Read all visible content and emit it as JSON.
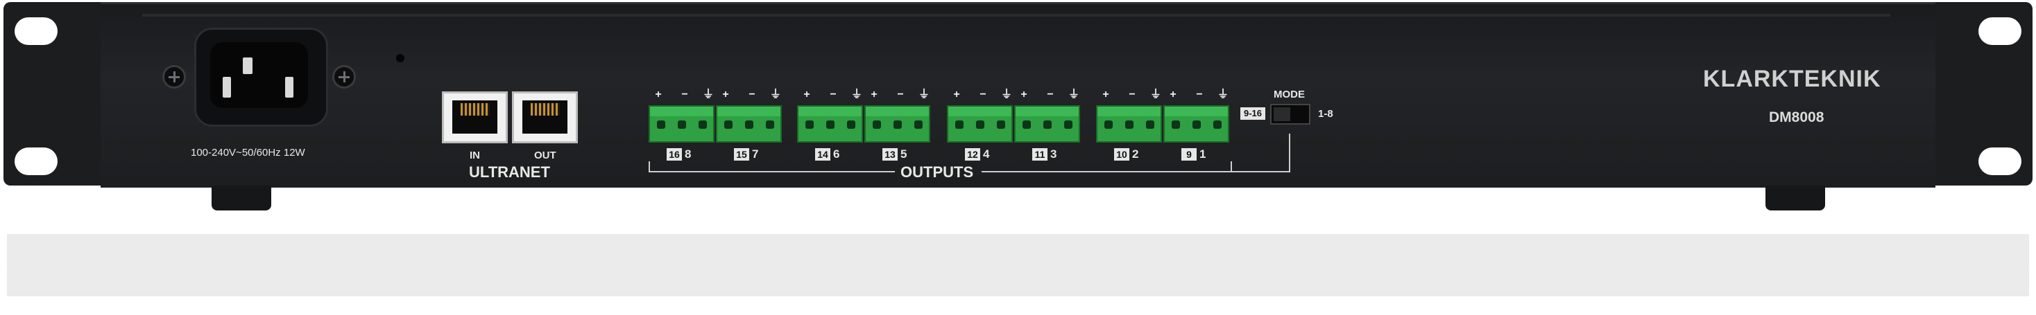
{
  "device": {
    "brand": "KLARKTEKNIK",
    "model": "DM8008",
    "power_spec": "100-240V~50/60Hz 12W"
  },
  "ultranet": {
    "title": "ULTRANET",
    "in_label": "IN",
    "out_label": "OUT"
  },
  "outputs": {
    "title": "OUTPUTS",
    "plus": "+",
    "minus": "−",
    "ground": "⏚",
    "connectors": [
      {
        "hi": "16",
        "lo": "8"
      },
      {
        "hi": "15",
        "lo": "7"
      },
      {
        "hi": "14",
        "lo": "6"
      },
      {
        "hi": "13",
        "lo": "5"
      },
      {
        "hi": "12",
        "lo": "4"
      },
      {
        "hi": "11",
        "lo": "3"
      },
      {
        "hi": "10",
        "lo": "2"
      },
      {
        "hi": "9",
        "lo": "1"
      }
    ]
  },
  "mode": {
    "title": "MODE",
    "option_high": "9-16",
    "option_low": "1-8"
  }
}
